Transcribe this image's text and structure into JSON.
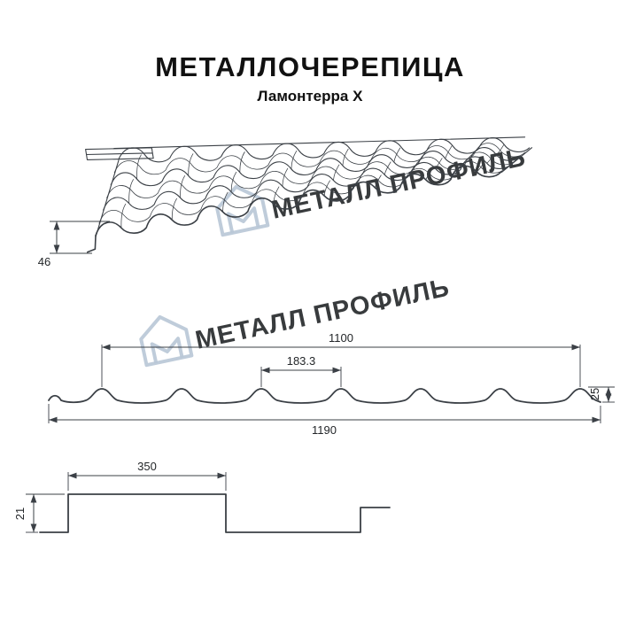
{
  "header": {
    "title": "МЕТАЛЛОЧЕРЕПИЦА",
    "subtitle": "Ламонтерра X"
  },
  "watermark": {
    "text": "МЕТАЛЛ ПРОФИЛЬ",
    "color": "#b8c6d6"
  },
  "perspective_view": {
    "dim_edge_height": "46"
  },
  "profile_view": {
    "dim_cover_width": "1100",
    "dim_wave_pitch": "183.3",
    "dim_profile_height": "25",
    "dim_overall_width": "1190"
  },
  "step_view": {
    "dim_module_length": "350",
    "dim_step_height": "21"
  },
  "colors": {
    "line": "#3b4046",
    "watermark": "#b8c6d6"
  }
}
